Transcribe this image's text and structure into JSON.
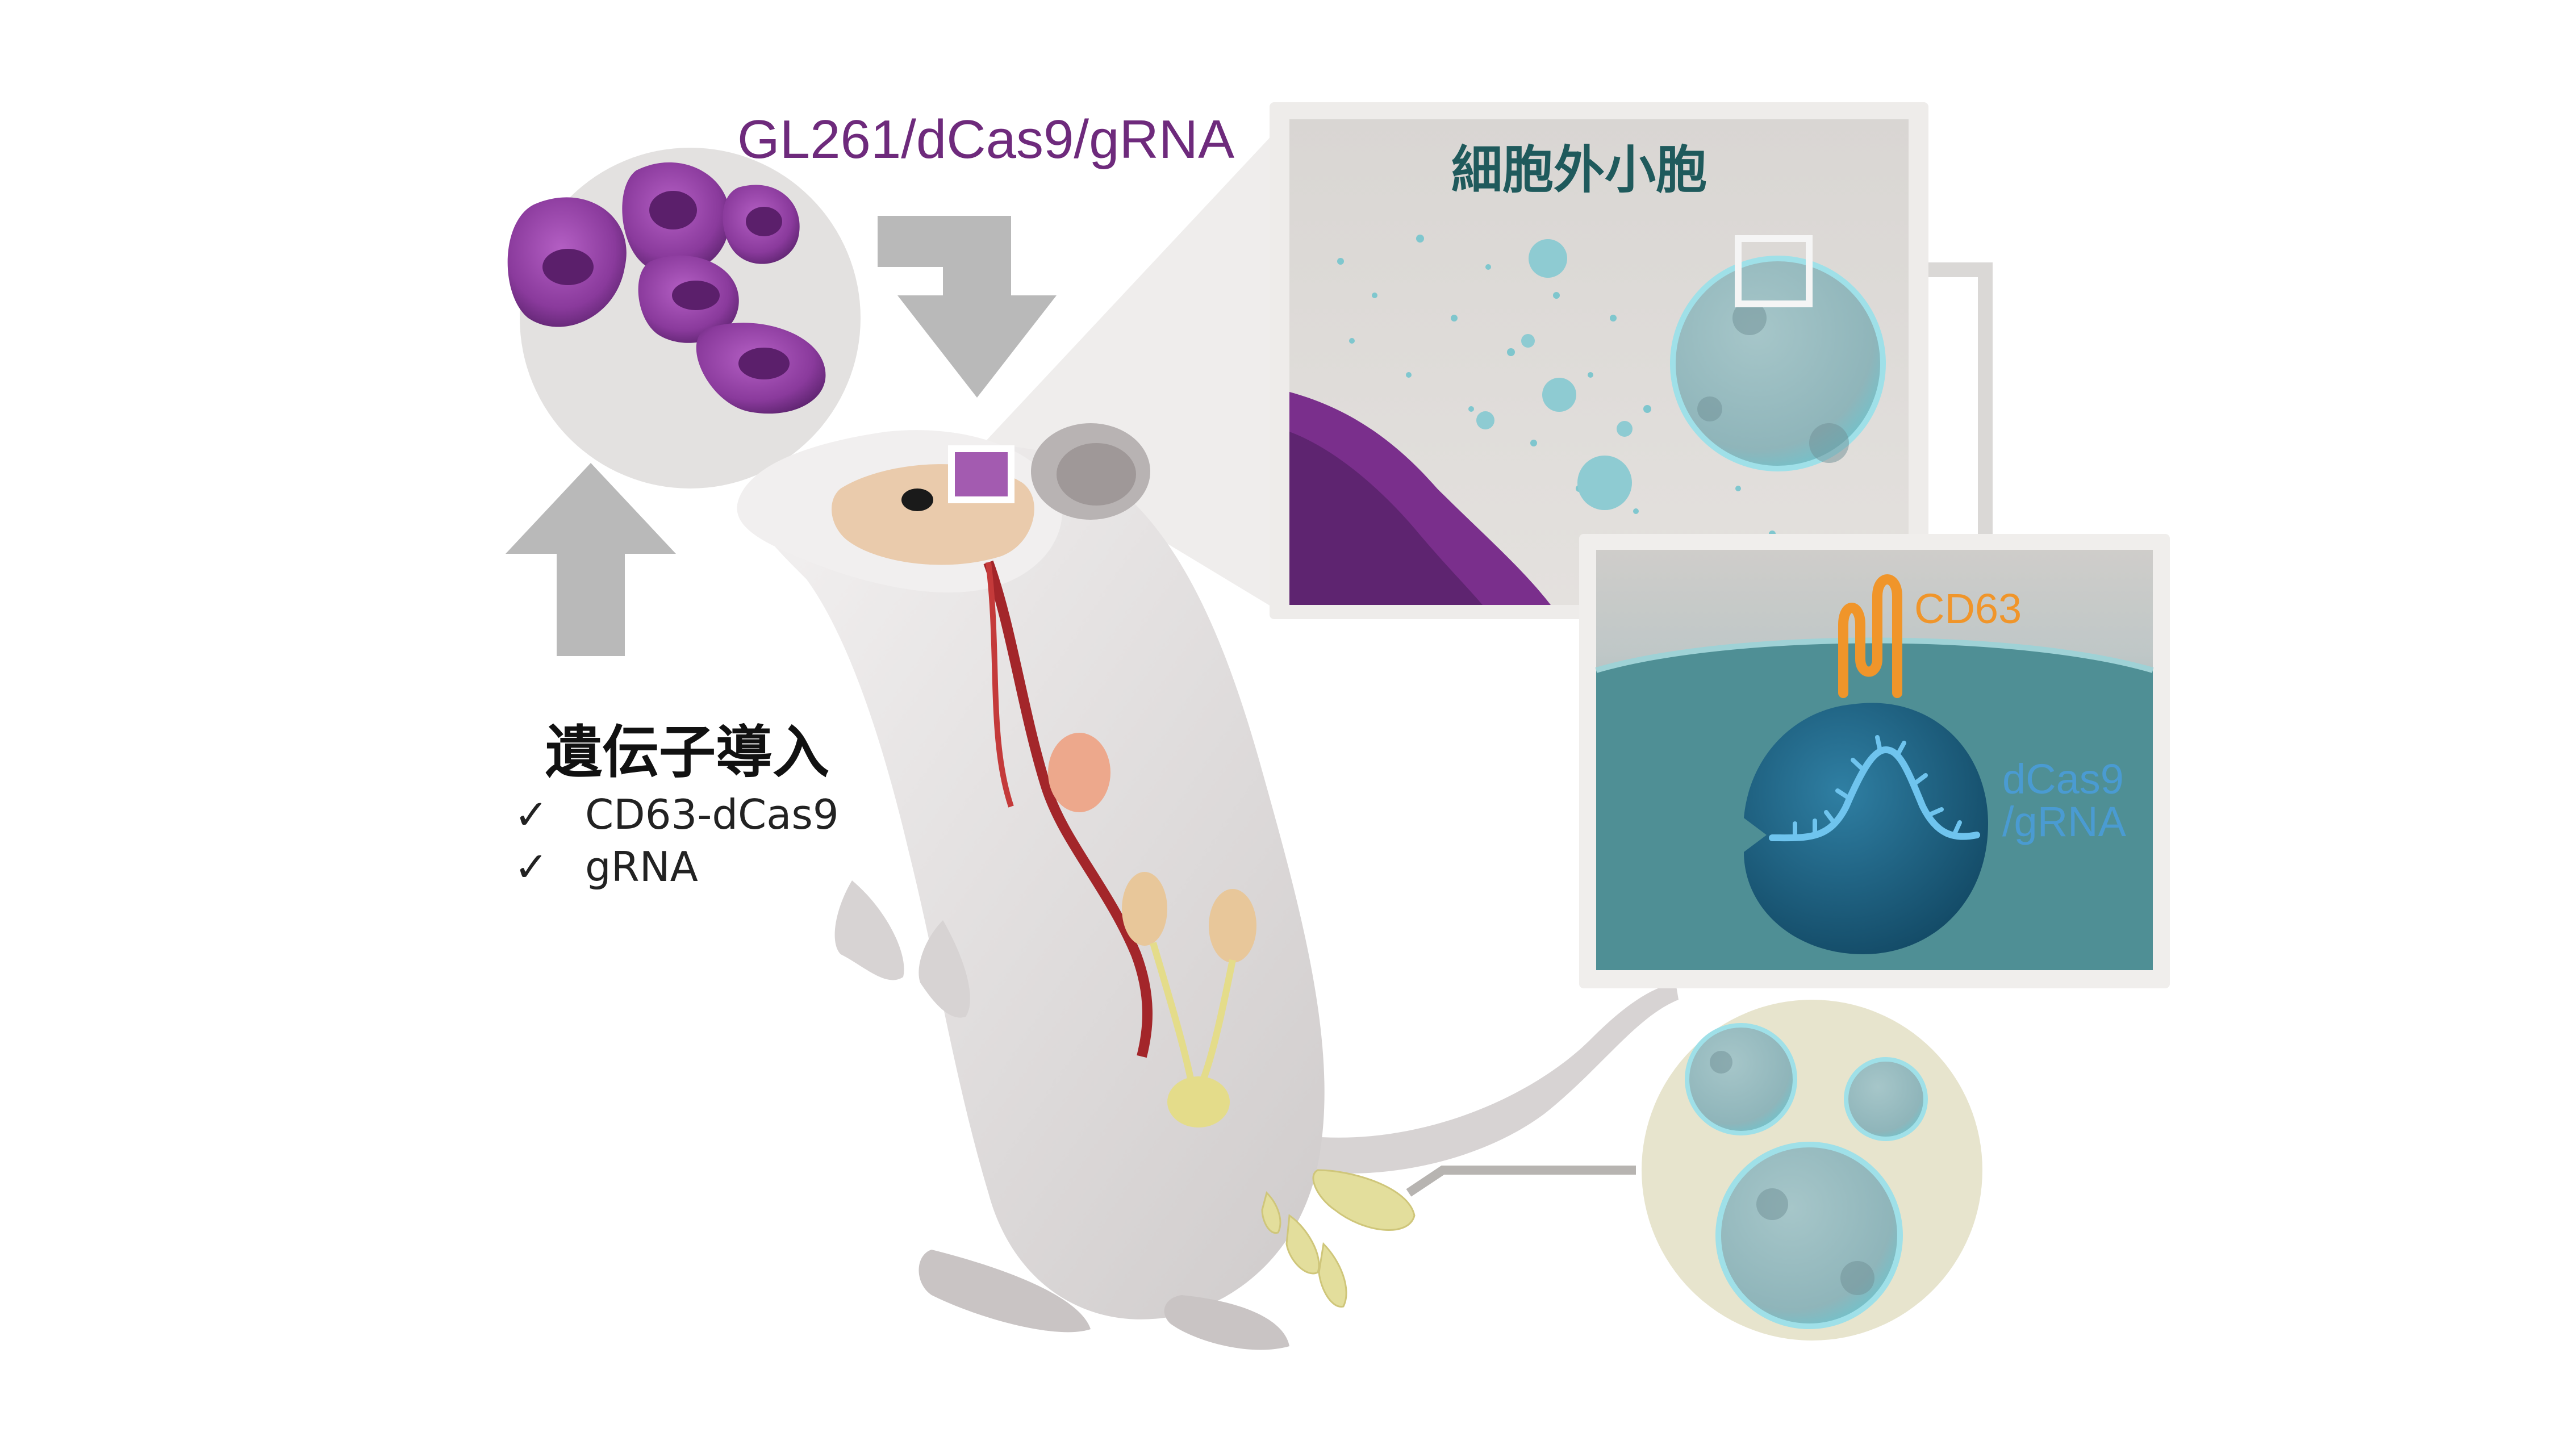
{
  "labels": {
    "cell_line": "GL261/dCas9/gRNA",
    "extracellular_vesicle": "細胞外小胞",
    "cd63": "CD63",
    "dcas9_line1": "dCas9",
    "dcas9_line2": "/gRNA",
    "transfection_title": "遺伝子導入"
  },
  "checklist": [
    {
      "mark": "✓",
      "text": "CD63-dCas9"
    },
    {
      "mark": "✓",
      "text": "gRNA"
    }
  ],
  "colors": {
    "cell_purple": "#8a3a9c",
    "title_purple": "#6e2a7c",
    "ev_title": "#1f5a5c",
    "cd63_orange": "#f0952a",
    "dcas9_blue": "#4a9bd2",
    "vesicle_teal": "#6fc3cc",
    "arrow_gray": "#b9b9b9",
    "panel_gray": "#d6d4d2",
    "urine_yellow": "#e3de9c"
  }
}
